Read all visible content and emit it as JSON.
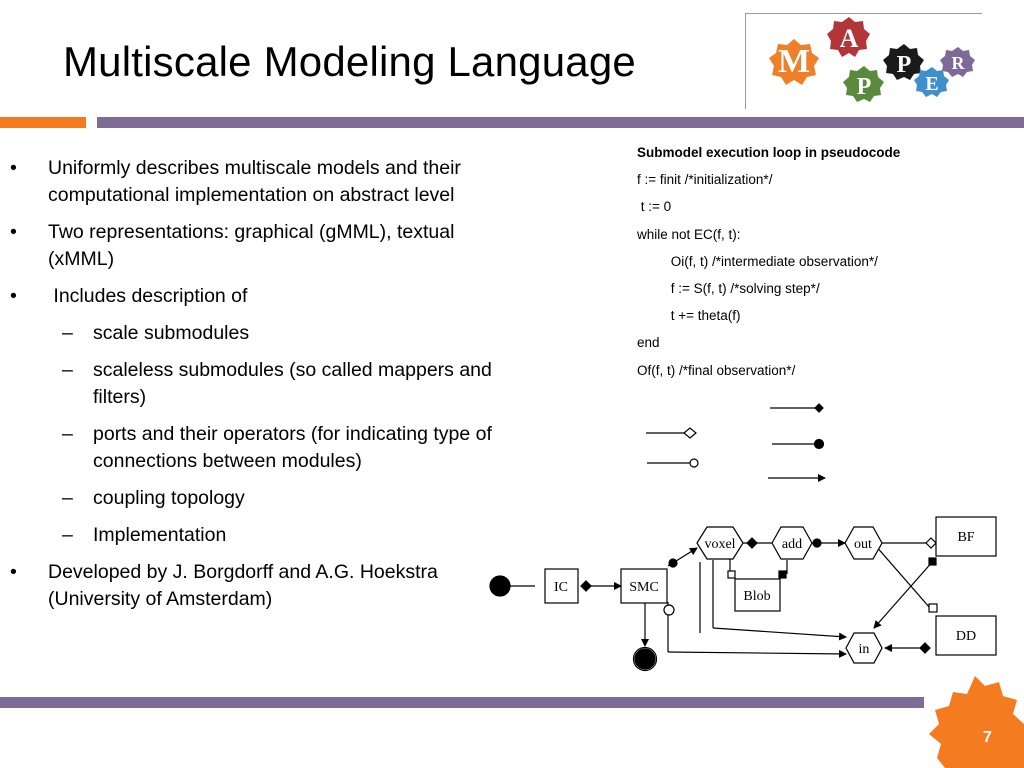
{
  "slide": {
    "title": "Multiscale Modeling Language",
    "page_number": "7",
    "logo_letters": [
      "M",
      "A",
      "P",
      "P",
      "E",
      "R"
    ]
  },
  "bullets": [
    {
      "level": 1,
      "mark": "•",
      "text": "Uniformly describes multiscale models and their computational implementation on abstract level"
    },
    {
      "level": 1,
      "mark": "•",
      "text": "Two representations: graphical (gMML), textual (xMML)"
    },
    {
      "level": 1,
      "mark": "•",
      "text": " Includes description of"
    },
    {
      "level": 2,
      "mark": "–",
      "text": "scale submodules"
    },
    {
      "level": 2,
      "mark": "–",
      "text": "scaleless submodules (so called mappers and filters)"
    },
    {
      "level": 2,
      "mark": "–",
      "text": "ports and their operators (for indicating type of connections between modules)"
    },
    {
      "level": 2,
      "mark": "–",
      "text": "coupling topology"
    },
    {
      "level": 2,
      "mark": "–",
      "text": "Implementation"
    },
    {
      "level": 1,
      "mark": "•",
      "text": "Developed by J. Borgdorff and A.G. Hoekstra (University of Amsterdam)"
    }
  ],
  "pseudocode": {
    "header": "Submodel execution loop in pseudocode",
    "lines": [
      "f := finit /*initialization*/",
      " t := 0",
      "while not EC(f, t):",
      "         Oi(f, t) /*intermediate observation*/",
      "         f := S(f, t) /*solving step*/",
      "         t += theta(f)",
      "end",
      "Of(f, t) /*final observation*/"
    ]
  },
  "diagram": {
    "nodes": [
      "IC",
      "SMC",
      "voxel",
      "add",
      "out",
      "BF",
      "Blob",
      "DD",
      "in"
    ]
  },
  "colors": {
    "orange": "#f47b20",
    "purple": "#7e6b96",
    "logo_orange": "#f07f2a",
    "logo_red": "#b2353a",
    "logo_green": "#5b8a3c",
    "logo_black": "#1a1a1a",
    "logo_blue": "#3f8fcc",
    "logo_purple": "#7d6a99"
  }
}
